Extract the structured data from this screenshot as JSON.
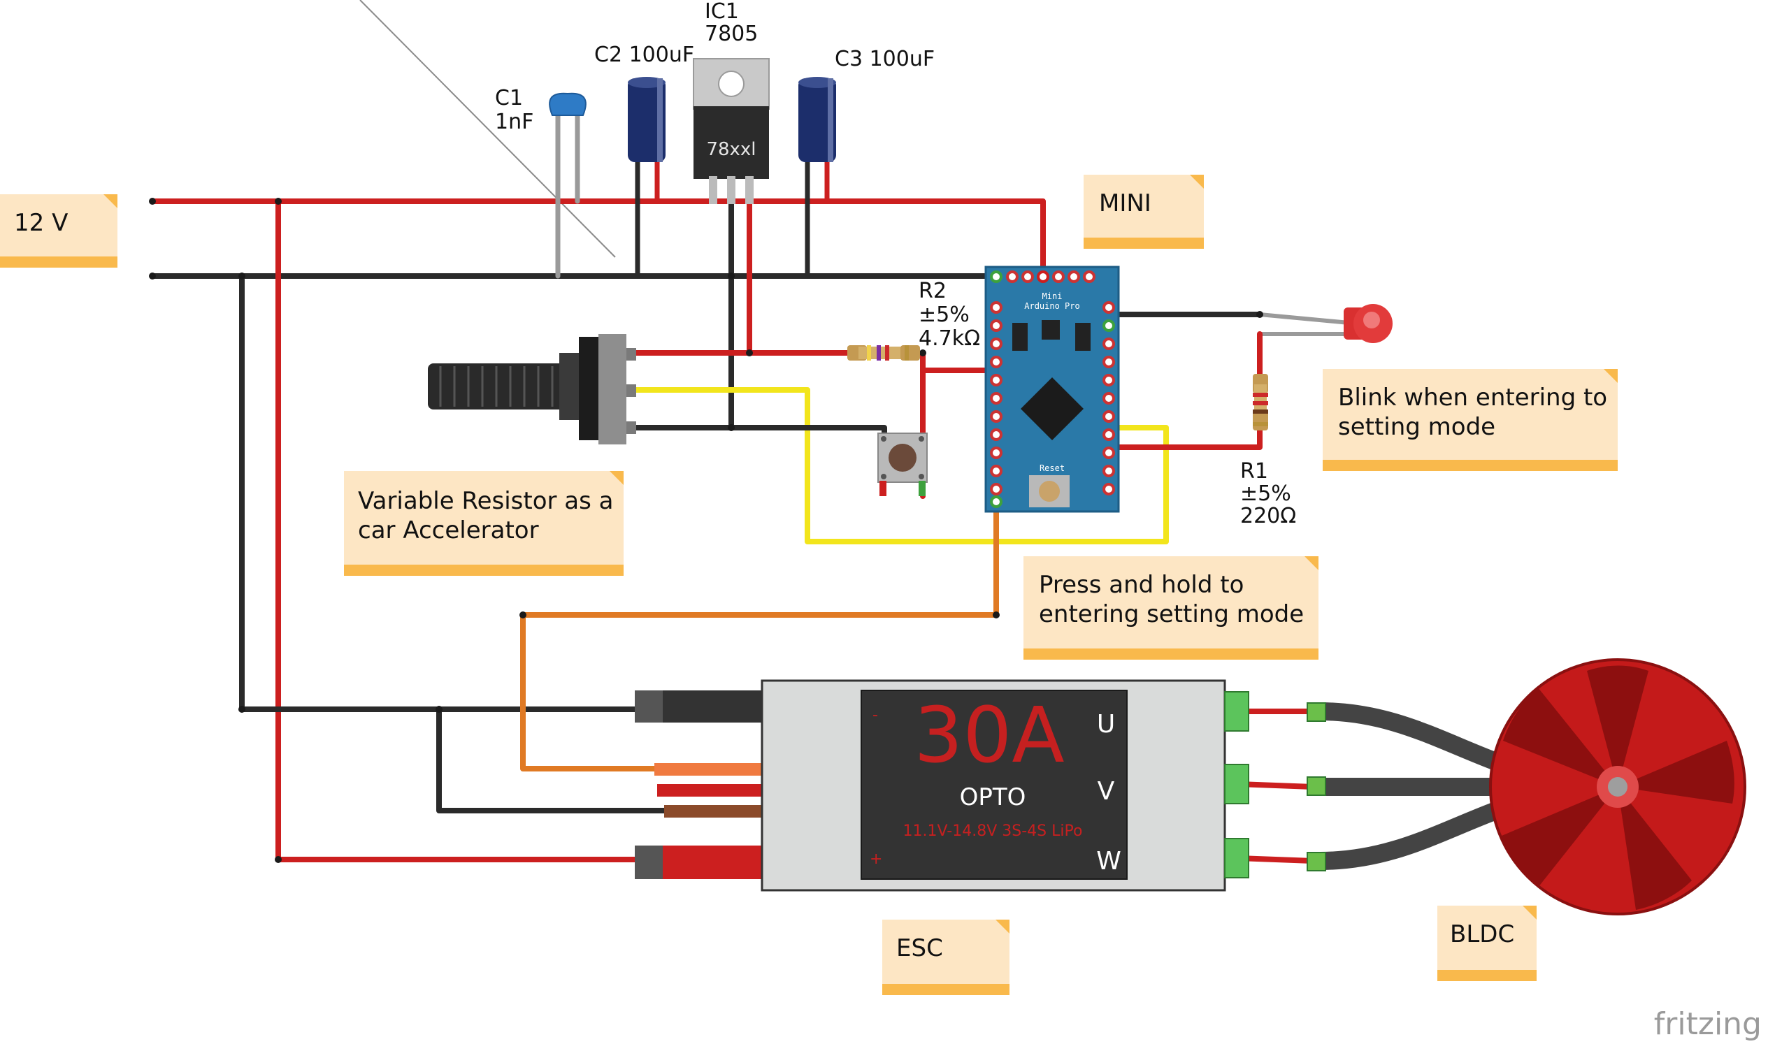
{
  "components": {
    "c1": {
      "name": "C1",
      "value": "1nF"
    },
    "c2": {
      "label": "C2 100uF"
    },
    "c3": {
      "label": "C3 100uF"
    },
    "ic1": {
      "name": "IC1",
      "value": "7805",
      "body_text": "78xxl"
    },
    "r2": {
      "name": "R2",
      "tolerance": "±5%",
      "value": "4.7kΩ"
    },
    "r1": {
      "name": "R1",
      "tolerance": "±5%",
      "value": "220Ω"
    },
    "arduino": {
      "line1": "Mini",
      "line2": "Arduino Pro",
      "reset": "Reset"
    },
    "esc": {
      "rating": "30A",
      "type": "OPTO",
      "spec": "11.1V-14.8V 3S-4S LiPo",
      "phase_u": "U",
      "phase_v": "V",
      "phase_w": "W",
      "minus": "-",
      "plus": "+"
    }
  },
  "notes": {
    "supply": "12 V",
    "mini": "MINI",
    "blink": [
      "Blink when entering to",
      "setting mode"
    ],
    "variable_resistor": [
      "Variable Resistor as a",
      "car Accelerator"
    ],
    "press_hold": [
      "Press and hold to",
      "entering setting mode"
    ],
    "esc": "ESC",
    "bldc": "BLDC"
  },
  "watermark": "fritzing",
  "colors": {
    "wire_red": "#cc1f1f",
    "wire_black": "#2a2a2a",
    "wire_yellow": "#f2e51c",
    "wire_orange": "#e07a24",
    "note_bg": "#fde6c4",
    "note_bar": "#f9b94c",
    "arduino_blue": "#2a79a8",
    "motor_red": "#c41a1a",
    "esc_body": "#d9dbda"
  }
}
